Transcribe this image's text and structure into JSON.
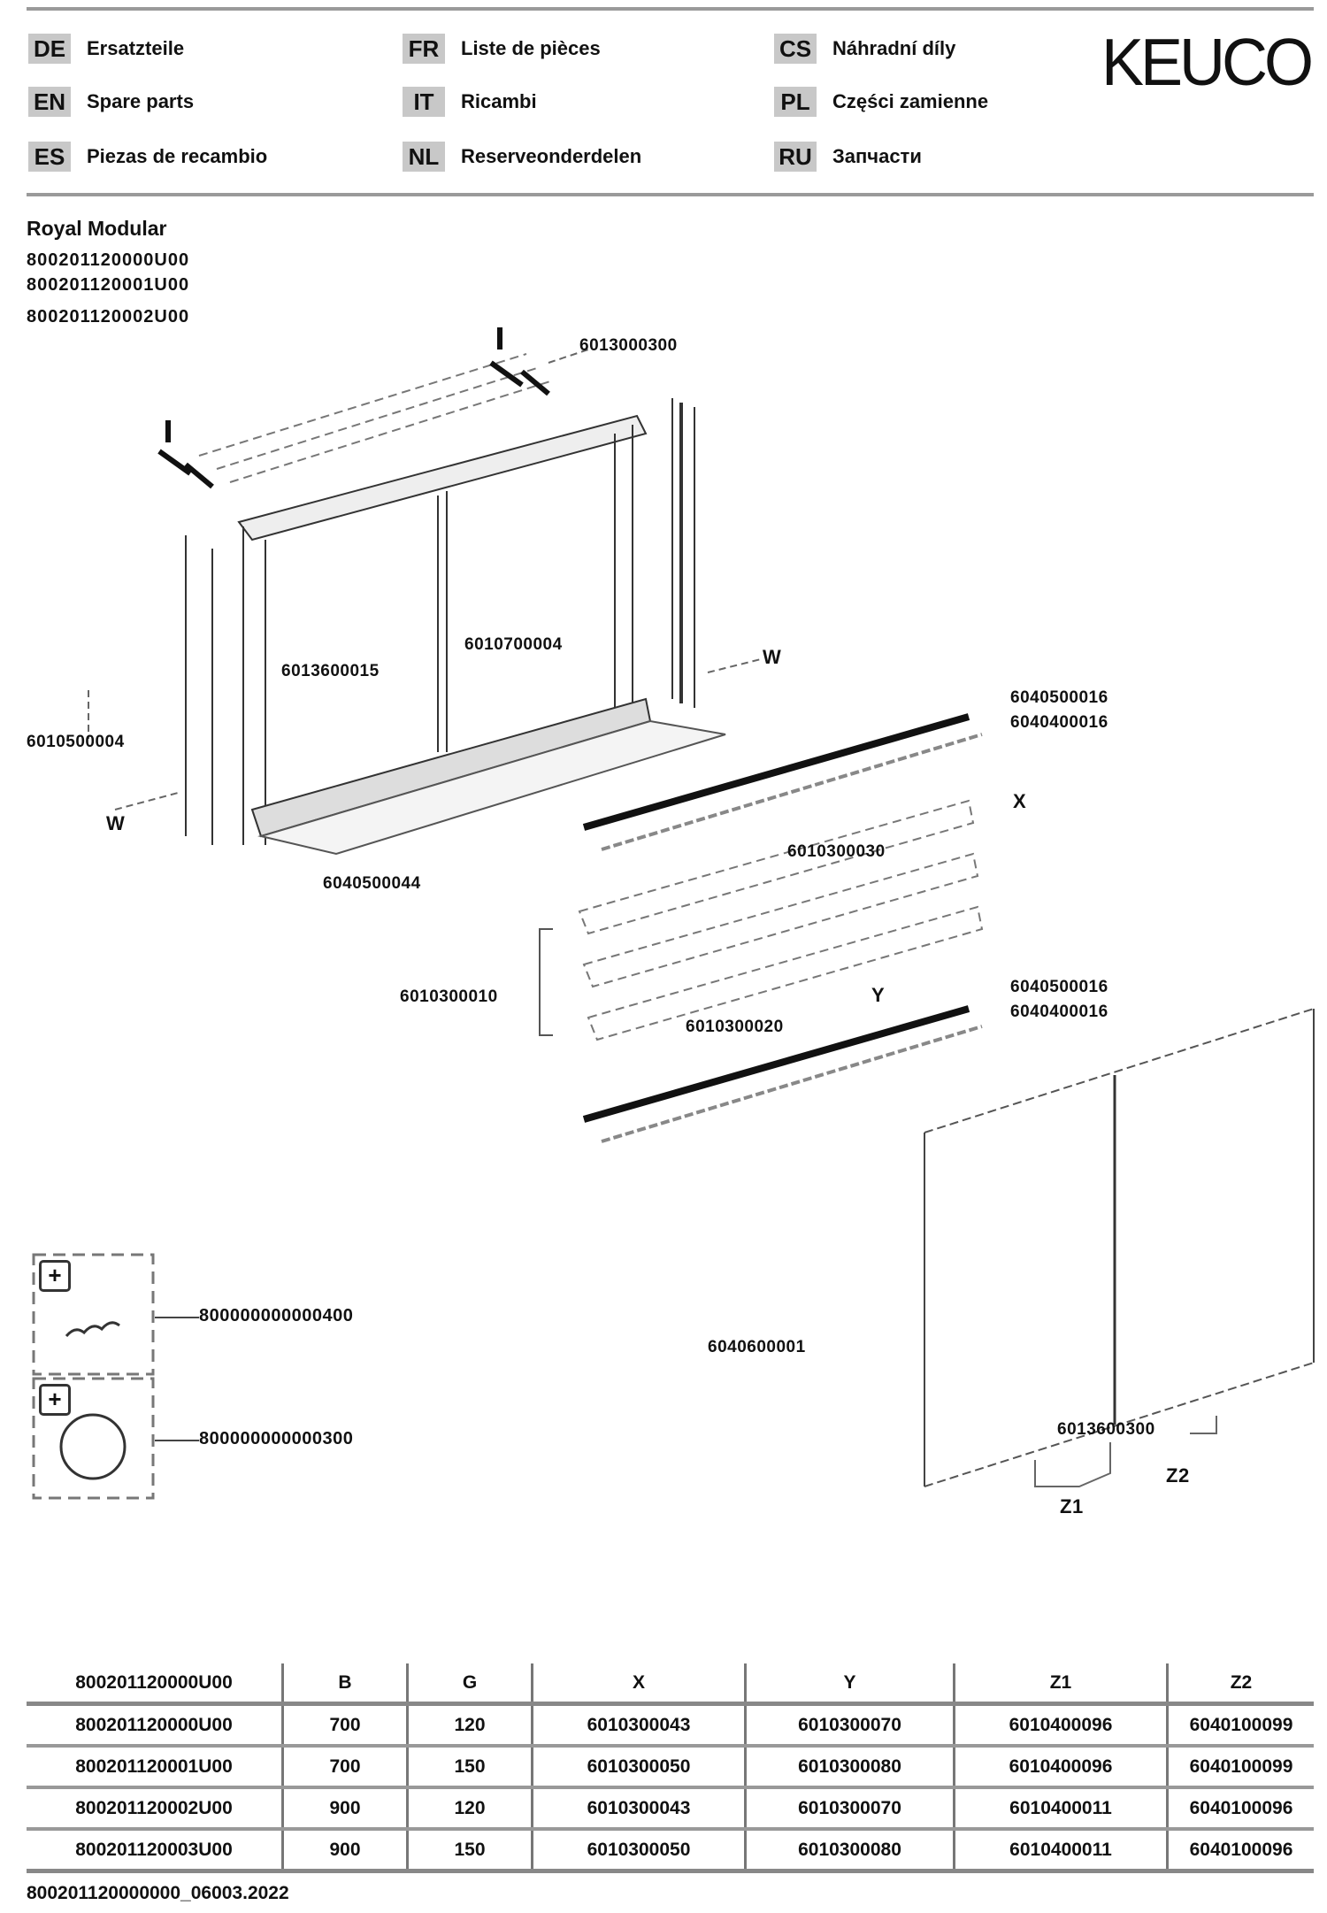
{
  "header": {
    "logo": "KEUCO",
    "languages": [
      {
        "code": "DE",
        "label": "Ersatzteile"
      },
      {
        "code": "EN",
        "label": "Spare parts"
      },
      {
        "code": "ES",
        "label": "Piezas de recambio"
      },
      {
        "code": "FR",
        "label": "Liste de pièces"
      },
      {
        "code": "IT",
        "label": "Ricambi"
      },
      {
        "code": "NL",
        "label": "Reserveonderdelen"
      },
      {
        "code": "CS",
        "label": "Náhradní díly"
      },
      {
        "code": "PL",
        "label": "Części zamienne"
      },
      {
        "code": "RU",
        "label": "Запчасти"
      }
    ]
  },
  "product": {
    "title": "Royal Modular",
    "codes": [
      "800201120000U00",
      "800201120001U00",
      "800201120002U00"
    ]
  },
  "diagram": {
    "labels": {
      "top_hinge": "6013000300",
      "left_clip": "6010500004",
      "w_left": "W",
      "w_right": "W",
      "middle_part_a": "6013600015",
      "middle_part_b": "6010700004",
      "bottom_bracket": "6040500044",
      "led_strip_top_a": "6040500016",
      "led_strip_top_b": "6040400016",
      "x_label": "X",
      "shelf_clip": "6010300030",
      "shelf_group": "6010300010",
      "shelf_pin": "6010300020",
      "y_label": "Y",
      "led_strip_bottom_a": "6040500016",
      "led_strip_bottom_b": "6040400016",
      "door_hinge": "6040600001",
      "door_catch": "6013600300",
      "z1_label": "Z1",
      "z2_label": "Z2",
      "kit_a": "800000000000400",
      "kit_b": "800000000000300"
    }
  },
  "table": {
    "headers": [
      "800201120000U00",
      "B",
      "G",
      "X",
      "Y",
      "Z1",
      "Z2"
    ],
    "rows": [
      [
        "800201120000U00",
        "700",
        "120",
        "6010300043",
        "6010300070",
        "6010400096",
        "6040100099"
      ],
      [
        "800201120001U00",
        "700",
        "150",
        "6010300050",
        "6010300080",
        "6010400096",
        "6040100099"
      ],
      [
        "800201120002U00",
        "900",
        "120",
        "6010300043",
        "6010300070",
        "6010400011",
        "6040100096"
      ],
      [
        "800201120003U00",
        "900",
        "150",
        "6010300050",
        "6010300080",
        "6010400011",
        "6040100096"
      ]
    ]
  },
  "footer": {
    "doc_id": "800201120000000_06003.2022"
  }
}
